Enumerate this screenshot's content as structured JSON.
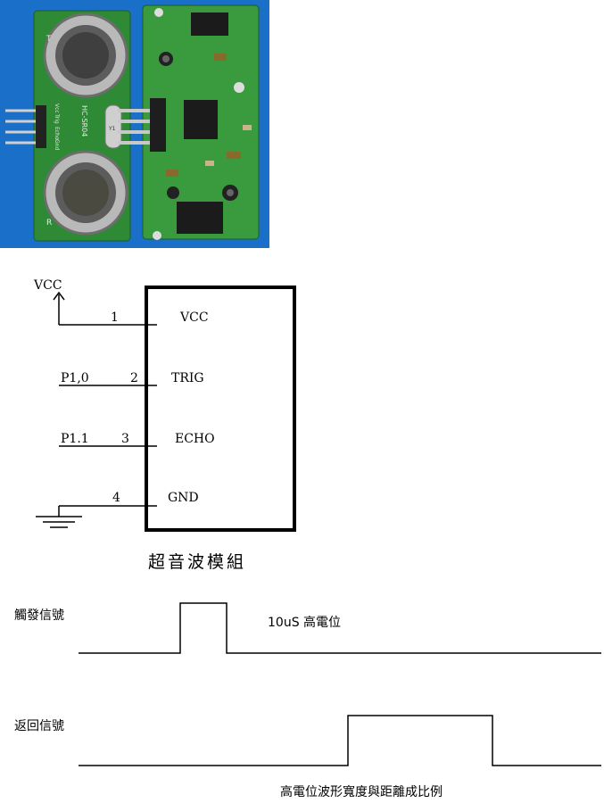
{
  "module_photo": {
    "board_label": "HC-SR04",
    "transducer_t_label": "T",
    "transducer_r_label": "R",
    "crystal_label": "Y1",
    "pin_labels": [
      "Vcc",
      "Trig",
      "Echo",
      "Gnd"
    ],
    "colors": {
      "background": "#1a6fc9",
      "pcb": "#2f8a35",
      "transducer": "#a9a9a9"
    }
  },
  "schematic": {
    "supply_label": "VCC",
    "module_caption": "超音波模組",
    "pins": [
      {
        "number": "1",
        "name": "VCC",
        "net": ""
      },
      {
        "number": "2",
        "name": "TRIG",
        "net": "P1,0"
      },
      {
        "number": "3",
        "name": "ECHO",
        "net": "P1.1"
      },
      {
        "number": "4",
        "name": "GND",
        "net": ""
      }
    ]
  },
  "timing": {
    "trigger": {
      "label": "觸發信號",
      "pulse_note": "10uS 高電位"
    },
    "echo": {
      "label": "返回信號",
      "pulse_note": "高電位波形寬度與距離成比例"
    }
  }
}
